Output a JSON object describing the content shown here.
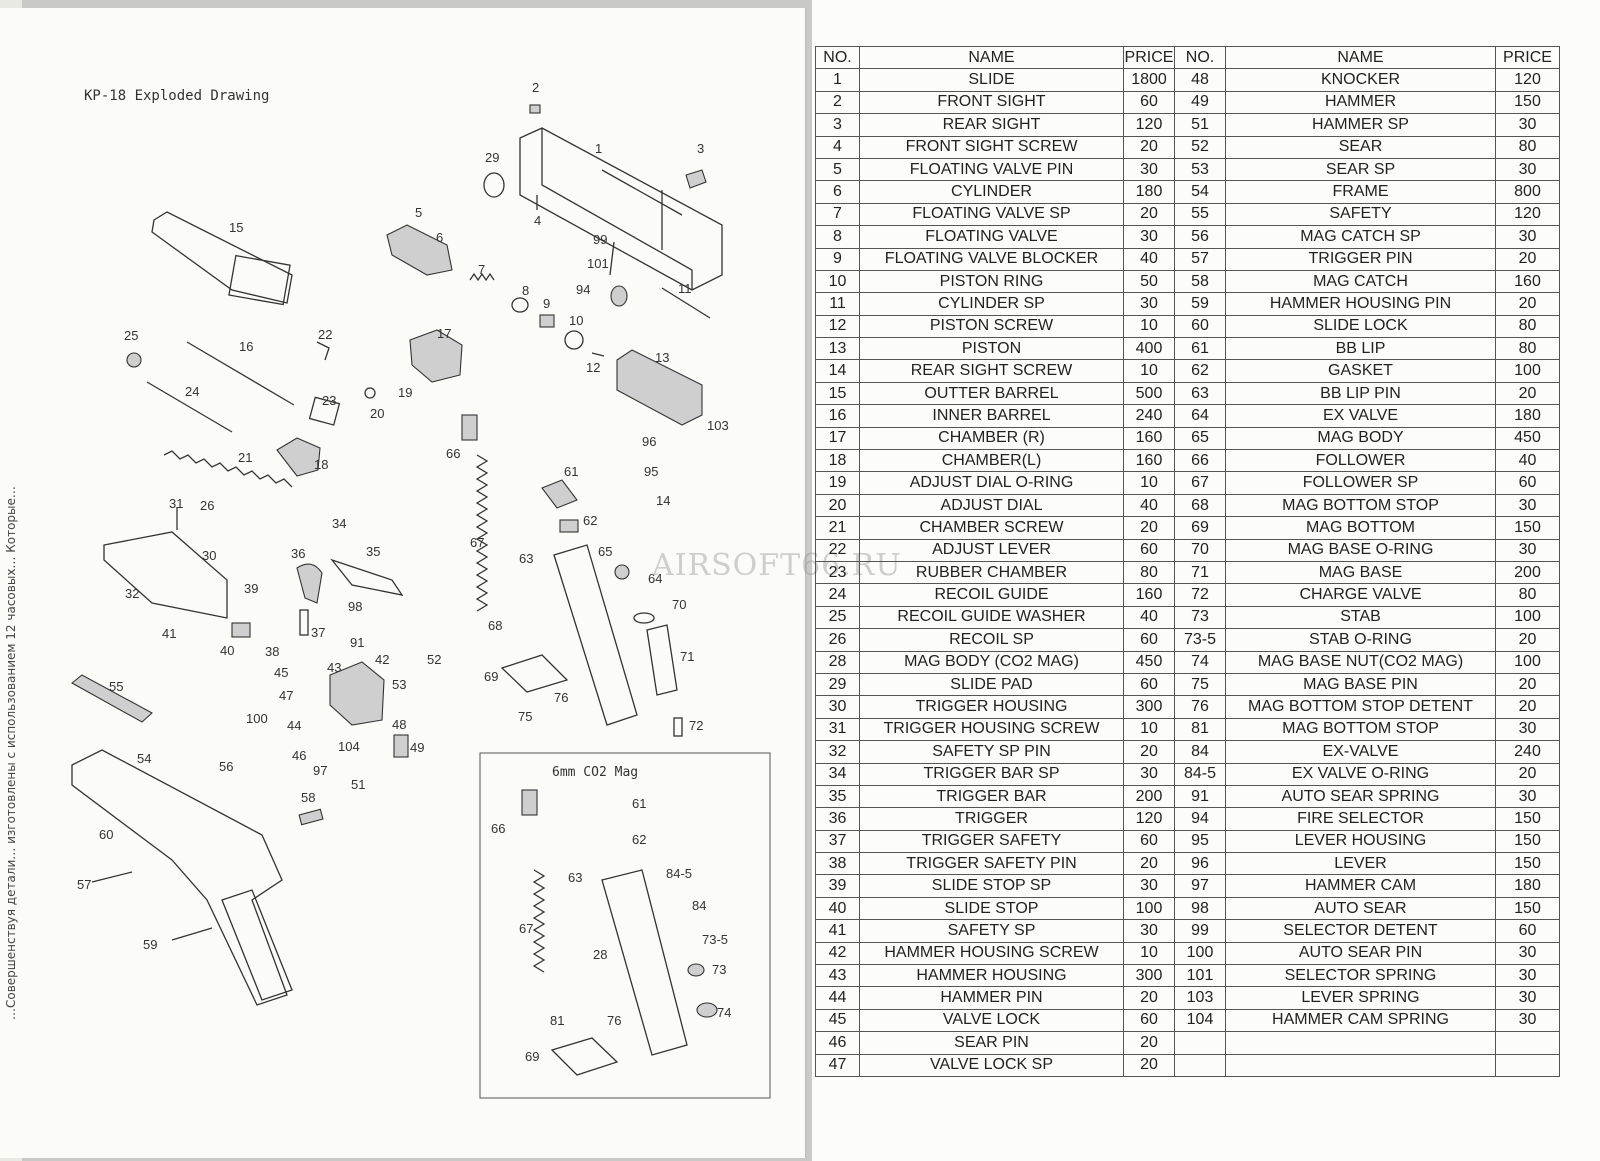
{
  "page": {
    "side_text": "…Совершенствуя детали… изготовлены с использованием 12 часовых… Которые…",
    "drawing_title": "KP-18 Exploded Drawing",
    "co2_mag_label": "6mm CO2 Mag",
    "watermark": "AIRSOFT66.RU"
  },
  "table": {
    "headers": [
      "NO.",
      "NAME",
      "PRICE",
      "NO.",
      "NAME",
      "PRICE"
    ],
    "rows": [
      [
        "1",
        "SLIDE",
        "1800",
        "48",
        "KNOCKER",
        "120"
      ],
      [
        "2",
        "FRONT SIGHT",
        "60",
        "49",
        "HAMMER",
        "150"
      ],
      [
        "3",
        "REAR SIGHT",
        "120",
        "51",
        "HAMMER SP",
        "30"
      ],
      [
        "4",
        "FRONT SIGHT SCREW",
        "20",
        "52",
        "SEAR",
        "80"
      ],
      [
        "5",
        "FLOATING VALVE PIN",
        "30",
        "53",
        "SEAR SP",
        "30"
      ],
      [
        "6",
        "CYLINDER",
        "180",
        "54",
        "FRAME",
        "800"
      ],
      [
        "7",
        "FLOATING VALVE SP",
        "20",
        "55",
        "SAFETY",
        "120"
      ],
      [
        "8",
        "FLOATING VALVE",
        "30",
        "56",
        "MAG CATCH SP",
        "30"
      ],
      [
        "9",
        "FLOATING VALVE BLOCKER",
        "40",
        "57",
        "TRIGGER PIN",
        "20"
      ],
      [
        "10",
        "PISTON RING",
        "50",
        "58",
        "MAG CATCH",
        "160"
      ],
      [
        "11",
        "CYLINDER SP",
        "30",
        "59",
        "HAMMER HOUSING PIN",
        "20"
      ],
      [
        "12",
        "PISTON SCREW",
        "10",
        "60",
        "SLIDE LOCK",
        "80"
      ],
      [
        "13",
        "PISTON",
        "400",
        "61",
        "BB LIP",
        "80"
      ],
      [
        "14",
        "REAR SIGHT SCREW",
        "10",
        "62",
        "GASKET",
        "100"
      ],
      [
        "15",
        "OUTTER BARREL",
        "500",
        "63",
        "BB LIP PIN",
        "20"
      ],
      [
        "16",
        "INNER BARREL",
        "240",
        "64",
        "EX VALVE",
        "180"
      ],
      [
        "17",
        "CHAMBER (R)",
        "160",
        "65",
        "MAG BODY",
        "450"
      ],
      [
        "18",
        "CHAMBER(L)",
        "160",
        "66",
        "FOLLOWER",
        "40"
      ],
      [
        "19",
        "ADJUST DIAL O-RING",
        "10",
        "67",
        "FOLLOWER SP",
        "60"
      ],
      [
        "20",
        "ADJUST DIAL",
        "40",
        "68",
        "MAG BOTTOM STOP",
        "30"
      ],
      [
        "21",
        "CHAMBER SCREW",
        "20",
        "69",
        "MAG BOTTOM",
        "150"
      ],
      [
        "22",
        "ADJUST LEVER",
        "60",
        "70",
        "MAG BASE O-RING",
        "30"
      ],
      [
        "23",
        "RUBBER CHAMBER",
        "80",
        "71",
        "MAG BASE",
        "200"
      ],
      [
        "24",
        "RECOIL GUIDE",
        "160",
        "72",
        "CHARGE VALVE",
        "80"
      ],
      [
        "25",
        "RECOIL GUIDE WASHER",
        "40",
        "73",
        "STAB",
        "100"
      ],
      [
        "26",
        "RECOIL SP",
        "60",
        "73-5",
        "STAB O-RING",
        "20"
      ],
      [
        "28",
        "MAG BODY (CO2 MAG)",
        "450",
        "74",
        "MAG BASE NUT(CO2 MAG)",
        "100"
      ],
      [
        "29",
        "SLIDE PAD",
        "60",
        "75",
        "MAG BASE PIN",
        "20"
      ],
      [
        "30",
        "TRIGGER HOUSING",
        "300",
        "76",
        "MAG BOTTOM STOP DETENT",
        "20"
      ],
      [
        "31",
        "TRIGGER HOUSING SCREW",
        "10",
        "81",
        "MAG BOTTOM STOP",
        "30"
      ],
      [
        "32",
        "SAFETY SP PIN",
        "20",
        "84",
        "EX-VALVE",
        "240"
      ],
      [
        "34",
        "TRIGGER BAR SP",
        "30",
        "84-5",
        "EX VALVE O-RING",
        "20"
      ],
      [
        "35",
        "TRIGGER BAR",
        "200",
        "91",
        "AUTO SEAR SPRING",
        "30"
      ],
      [
        "36",
        "TRIGGER",
        "120",
        "94",
        "FIRE SELECTOR",
        "150"
      ],
      [
        "37",
        "TRIGGER SAFETY",
        "60",
        "95",
        "LEVER HOUSING",
        "150"
      ],
      [
        "38",
        "TRIGGER SAFETY PIN",
        "20",
        "96",
        "LEVER",
        "150"
      ],
      [
        "39",
        "SLIDE STOP SP",
        "30",
        "97",
        "HAMMER CAM",
        "180"
      ],
      [
        "40",
        "SLIDE STOP",
        "100",
        "98",
        "AUTO SEAR",
        "150"
      ],
      [
        "41",
        "SAFETY SP",
        "30",
        "99",
        "SELECTOR DETENT",
        "60"
      ],
      [
        "42",
        "HAMMER HOUSING SCREW",
        "10",
        "100",
        "AUTO SEAR PIN",
        "30"
      ],
      [
        "43",
        "HAMMER HOUSING",
        "300",
        "101",
        "SELECTOR SPRING",
        "30"
      ],
      [
        "44",
        "HAMMER PIN",
        "20",
        "103",
        "LEVER SPRING",
        "30"
      ],
      [
        "45",
        "VALVE LOCK",
        "60",
        "104",
        "HAMMER CAM SPRING",
        "30"
      ],
      [
        "46",
        "SEAR PIN",
        "20",
        "",
        "",
        ""
      ],
      [
        "47",
        "VALVE LOCK SP",
        "20",
        "",
        "",
        ""
      ]
    ]
  },
  "drawing": {
    "labels": [
      "2",
      "1",
      "3",
      "29",
      "4",
      "15",
      "5",
      "6",
      "7",
      "99",
      "101",
      "8",
      "9",
      "94",
      "11",
      "10",
      "12",
      "13",
      "25",
      "16",
      "22",
      "17",
      "24",
      "23",
      "20",
      "19",
      "96",
      "103",
      "95",
      "14",
      "21",
      "18",
      "66",
      "61",
      "31",
      "26",
      "62",
      "34",
      "36",
      "35",
      "67",
      "63",
      "65",
      "64",
      "30",
      "32",
      "39",
      "98",
      "70",
      "41",
      "37",
      "91",
      "40",
      "38",
      "42",
      "52",
      "71",
      "68",
      "45",
      "43",
      "55",
      "47",
      "53",
      "69",
      "100",
      "44",
      "48",
      "76",
      "75",
      "72",
      "104",
      "49",
      "46",
      "54",
      "56",
      "97",
      "51",
      "58",
      "6mm-66",
      "6mm-61",
      "6mm-62",
      "60",
      "84-5",
      "6mm-63",
      "84",
      "57",
      "6mm-67",
      "73-5",
      "28",
      "73",
      "59",
      "74",
      "81",
      "6mm-76",
      "6mm-69"
    ]
  }
}
